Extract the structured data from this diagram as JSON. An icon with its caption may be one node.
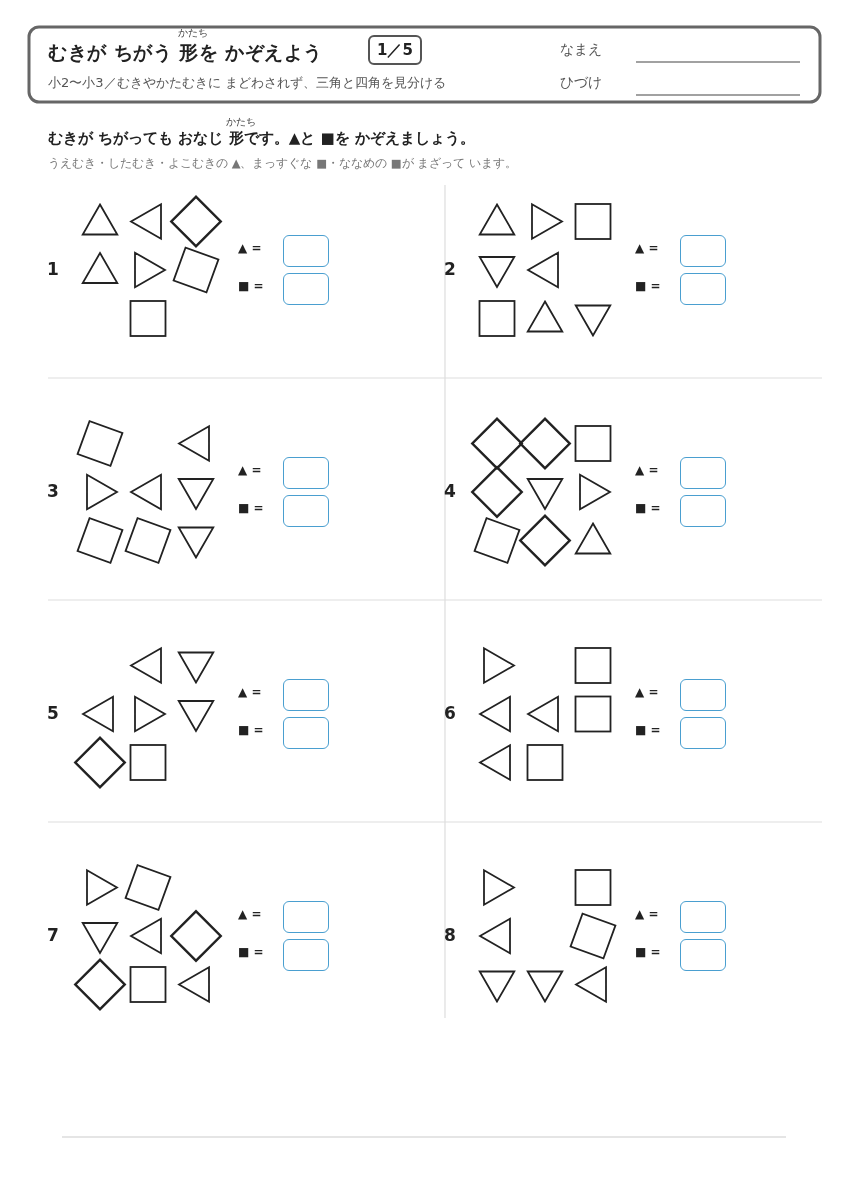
{
  "diagram": {
    "title": "むきが ちがう 形を かぞえよう",
    "labels": [
      "かたち",
      "1／5",
      "小2〜小3／むきやかたむきに まどわされず、三角と四角を見分ける",
      "なまえ",
      "ひづけ",
      "かたち",
      "むきが ちがっても おなじ 形です。▲と ■を かぞえましょう。",
      "うえむき・したむき・よこむきの ▲、まっすぐな ■・ななめの ■が まざって います。",
      "1",
      "▲ =",
      "■ =",
      "2",
      "▲ =",
      "■ =",
      "3",
      "▲ =",
      "■ =",
      "4",
      "▲ =",
      "■ =",
      "5",
      "▲ =",
      "■ =",
      "6",
      "▲ =",
      "■ =",
      "7",
      "▲ =",
      "■ =",
      "8",
      "▲ =",
      "■ ="
    ]
  }
}
